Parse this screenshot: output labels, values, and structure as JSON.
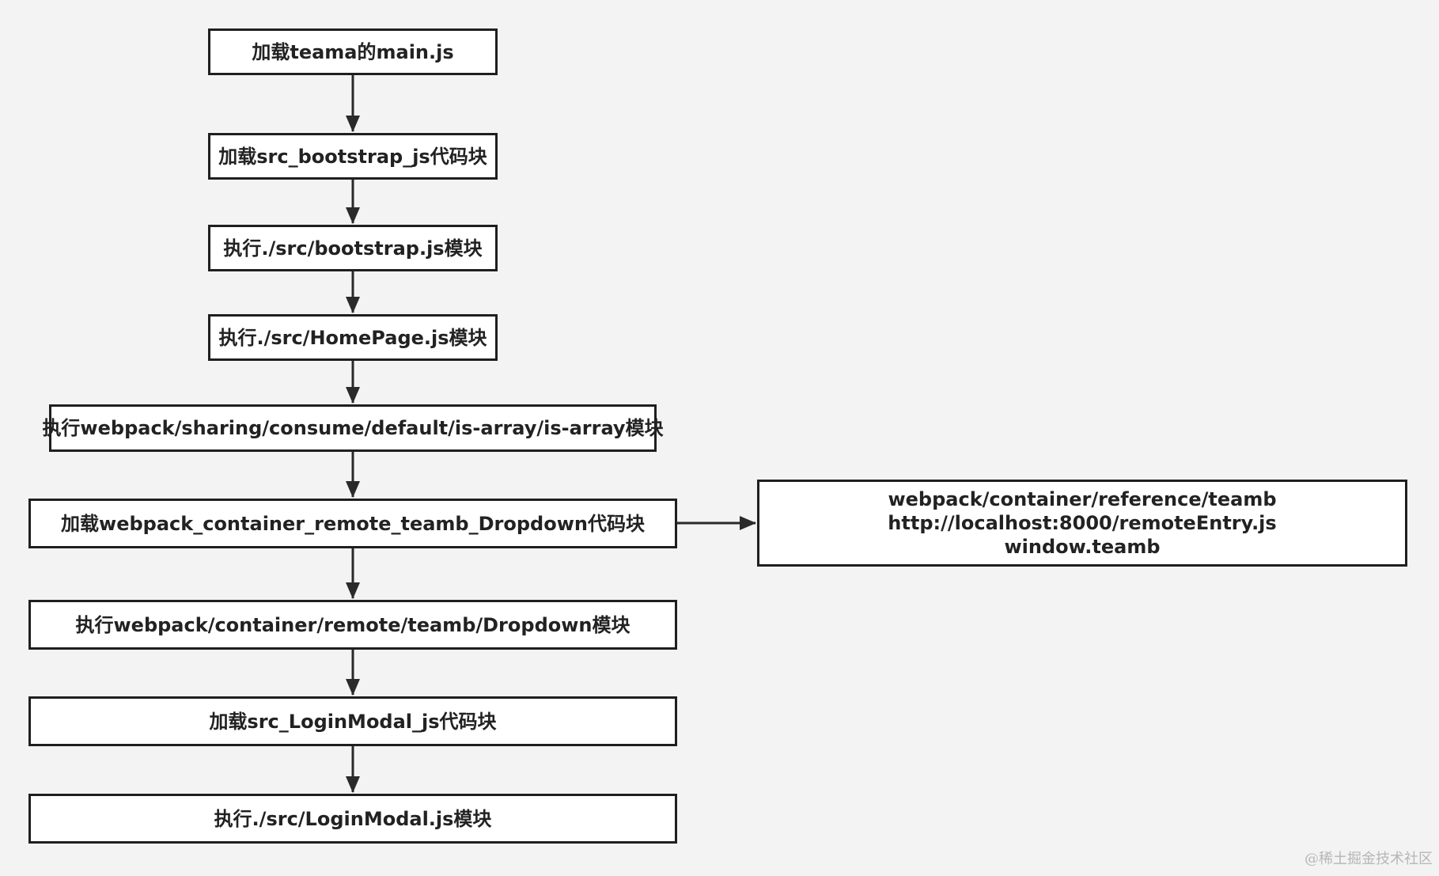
{
  "diagram": {
    "nodes": [
      {
        "id": "n1",
        "label": "加载teama的main.js"
      },
      {
        "id": "n2",
        "label": "加载src_bootstrap_js代码块"
      },
      {
        "id": "n3",
        "label": "执行./src/bootstrap.js模块"
      },
      {
        "id": "n4",
        "label": "执行./src/HomePage.js模块"
      },
      {
        "id": "n5",
        "label": "执行webpack/sharing/consume/default/is-array/is-array模块"
      },
      {
        "id": "n6",
        "label": "加载webpack_container_remote_teamb_Dropdown代码块"
      },
      {
        "id": "n7",
        "label": "执行webpack/container/remote/teamb/Dropdown模块"
      },
      {
        "id": "n8",
        "label": "加载src_LoginModal_js代码块"
      },
      {
        "id": "n9",
        "label": "执行./src/LoginModal.js模块"
      },
      {
        "id": "n10",
        "lines": [
          "webpack/container/reference/teamb",
          "http://localhost:8000/remoteEntry.js",
          "window.teamb"
        ]
      }
    ],
    "edges": [
      {
        "from": "n1",
        "to": "n2"
      },
      {
        "from": "n2",
        "to": "n3"
      },
      {
        "from": "n3",
        "to": "n4"
      },
      {
        "from": "n4",
        "to": "n5"
      },
      {
        "from": "n5",
        "to": "n6"
      },
      {
        "from": "n6",
        "to": "n7"
      },
      {
        "from": "n7",
        "to": "n8"
      },
      {
        "from": "n8",
        "to": "n9"
      },
      {
        "from": "n6",
        "to": "n10"
      }
    ]
  },
  "watermark": "@稀土掘金技术社区"
}
